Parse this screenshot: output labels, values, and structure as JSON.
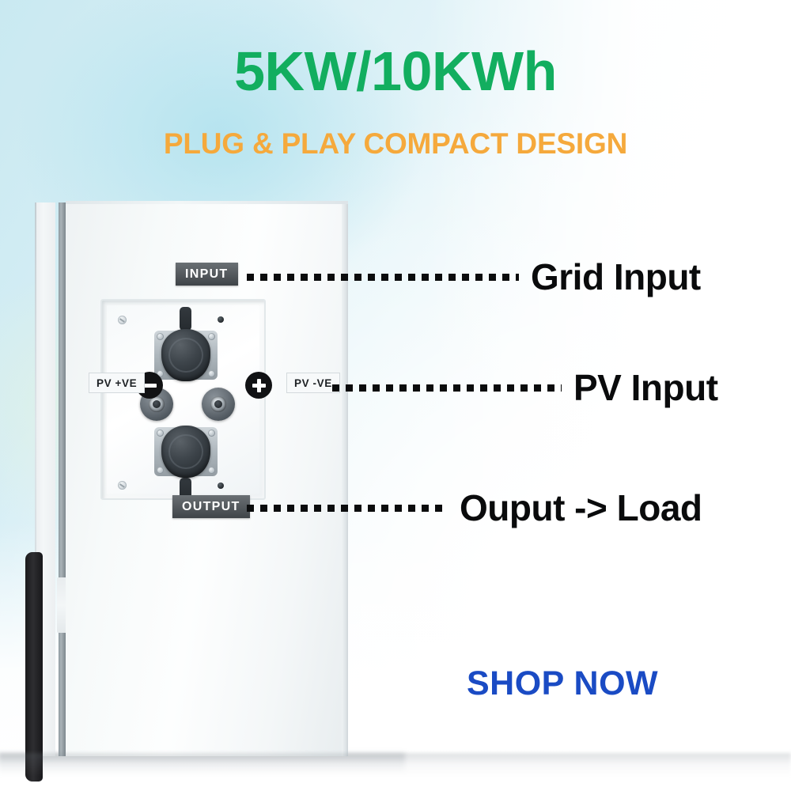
{
  "headline": {
    "text": "5KW/10KWh",
    "color": "#12AE5F"
  },
  "subheadline": {
    "text": "PLUG & PLAY COMPACT DESIGN",
    "color": "#F5A93C"
  },
  "callouts": [
    {
      "label": "Grid Input",
      "icon": "dotted-arrow-icon"
    },
    {
      "label": "PV Input",
      "icon": "dotted-arrow-icon"
    },
    {
      "label": "Ouput -> Load",
      "icon": "dotted-arrow-icon"
    }
  ],
  "device": {
    "plate_labels": {
      "input": "INPUT",
      "output": "OUTPUT"
    },
    "terminal_labels": {
      "pv_positive": "PV +VE",
      "pv_negative": "PV -VE"
    },
    "polarity_badges": {
      "minus": "minus-badge",
      "plus": "plus-badge"
    }
  },
  "cta": {
    "text": "SHOP NOW",
    "color": "#1A4BC4"
  },
  "colors": {
    "background_tint": "#C9E9F1",
    "callout_text": "#0A0B0C",
    "plate_label_bg": "#53585C"
  }
}
